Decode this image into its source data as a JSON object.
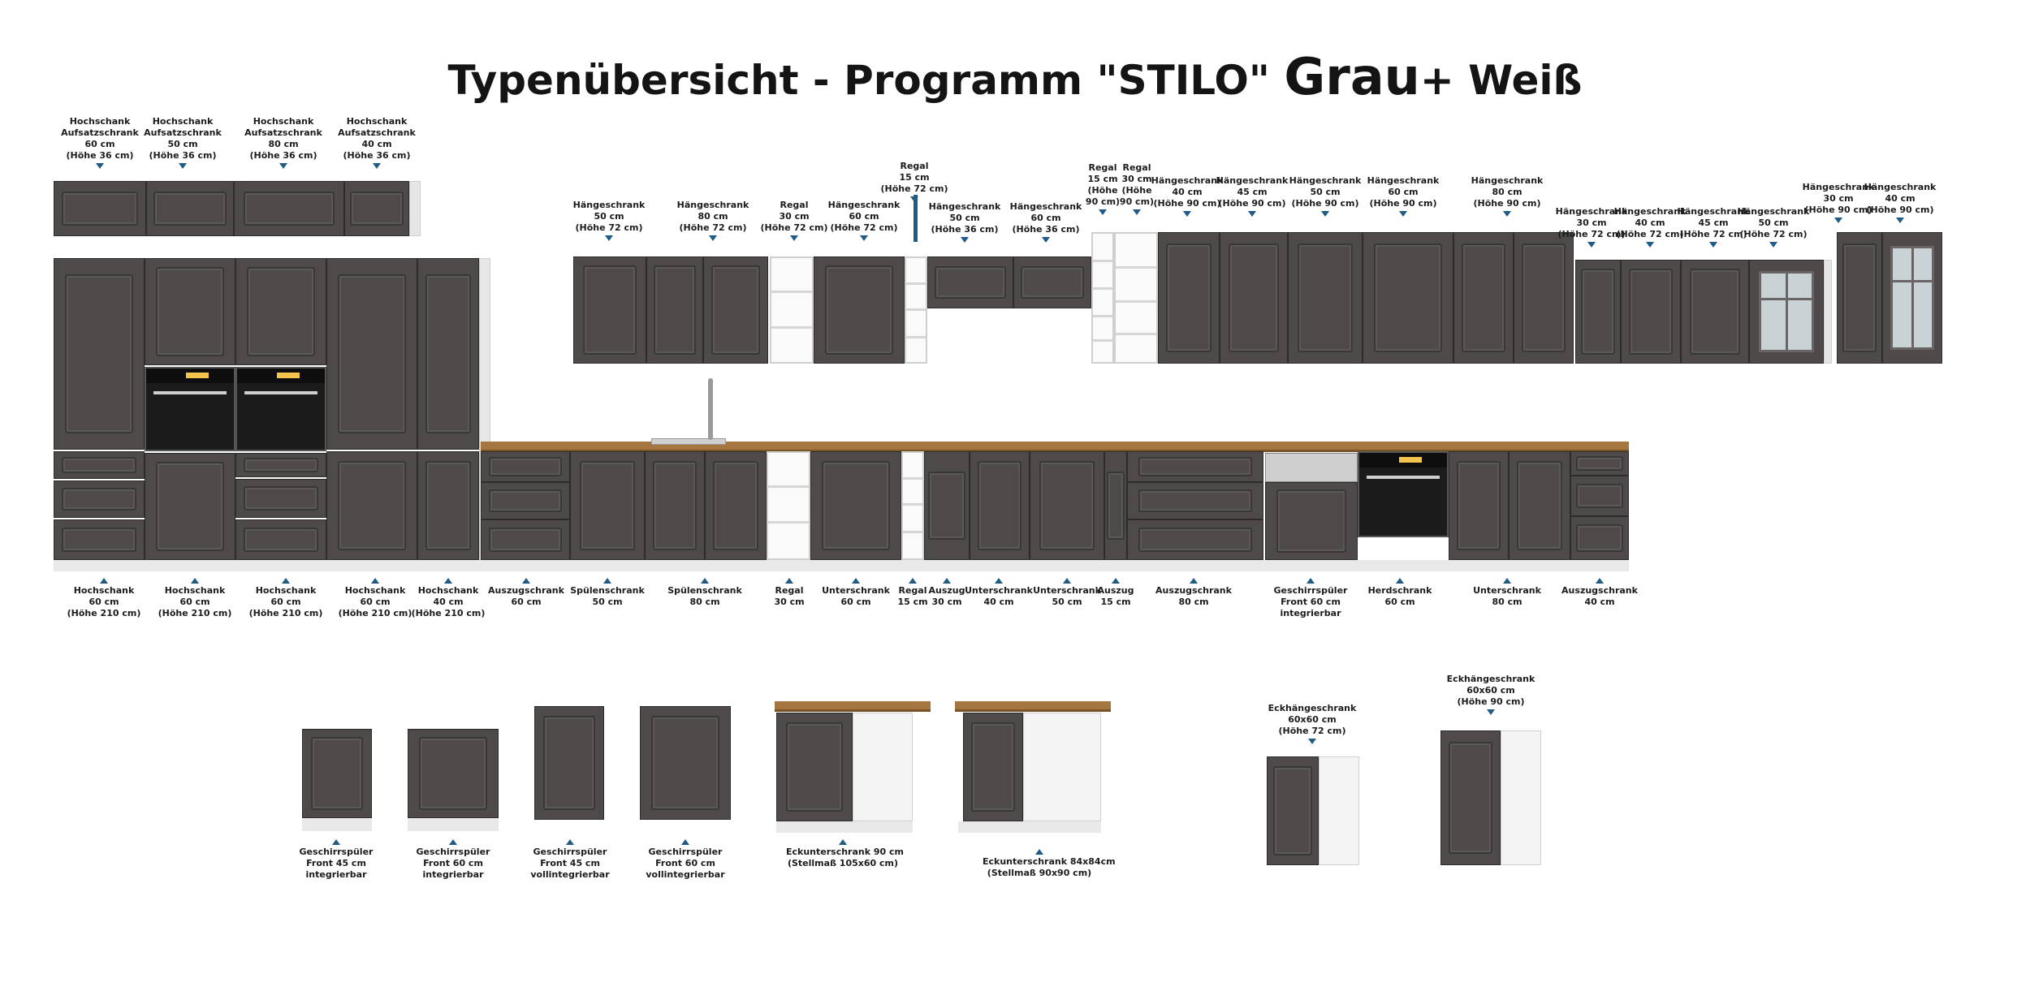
{
  "title": {
    "part1": "Typenübersicht - Programm \"STILO\"",
    "part2": "Grau",
    "part3": "+ Weiß"
  },
  "labels_top": [
    {
      "id": "t1",
      "lines": [
        "Hochschank",
        "Aufsatzschrank",
        "60 cm",
        "(Höhe 36 cm)"
      ]
    },
    {
      "id": "t2",
      "lines": [
        "Hochschank",
        "Aufsatzschrank",
        "50 cm",
        "(Höhe 36 cm)"
      ]
    },
    {
      "id": "t3",
      "lines": [
        "Hochschank",
        "Aufsatzschrank",
        "80 cm",
        "(Höhe 36 cm)"
      ]
    },
    {
      "id": "t4",
      "lines": [
        "Hochschank",
        "Aufsatzschrank",
        "40 cm",
        "(Höhe 36 cm)"
      ]
    },
    {
      "id": "t5",
      "lines": [
        "Hängeschrank",
        "50 cm",
        "(Höhe 72 cm)"
      ]
    },
    {
      "id": "t6",
      "lines": [
        "Hängeschrank",
        "80 cm",
        "(Höhe 72 cm)"
      ]
    },
    {
      "id": "t7",
      "lines": [
        "Regal",
        "30 cm",
        "(Höhe 72 cm)"
      ]
    },
    {
      "id": "t8",
      "lines": [
        "Hängeschrank",
        "60 cm",
        "(Höhe 72 cm)"
      ]
    },
    {
      "id": "t9",
      "lines": [
        "Regal",
        "15 cm",
        "(Höhe 72 cm)"
      ]
    },
    {
      "id": "t10",
      "lines": [
        "Hängeschrank",
        "50 cm",
        "(Höhe 36 cm)"
      ]
    },
    {
      "id": "t11",
      "lines": [
        "Hängeschrank",
        "60 cm",
        "(Höhe 36 cm)"
      ]
    },
    {
      "id": "t12",
      "lines": [
        "Regal",
        "15 cm",
        "(Höhe",
        "90 cm)"
      ]
    },
    {
      "id": "t13",
      "lines": [
        "Regal",
        "30 cm",
        "(Höhe",
        "90 cm)"
      ]
    },
    {
      "id": "t14",
      "lines": [
        "Hängeschrank",
        "40 cm",
        "(Höhe 90 cm)"
      ]
    },
    {
      "id": "t15",
      "lines": [
        "Hängeschrank",
        "45 cm",
        "(Höhe 90 cm)"
      ]
    },
    {
      "id": "t16",
      "lines": [
        "Hängeschrank",
        "50 cm",
        "(Höhe 90 cm)"
      ]
    },
    {
      "id": "t17",
      "lines": [
        "Hängeschrank",
        "60 cm",
        "(Höhe 90 cm)"
      ]
    },
    {
      "id": "t18",
      "lines": [
        "Hängeschrank",
        "80 cm",
        "(Höhe 90 cm)"
      ]
    },
    {
      "id": "t19",
      "lines": [
        "Hängeschrank",
        "30 cm",
        "(Höhe 72 cm)"
      ]
    },
    {
      "id": "t20",
      "lines": [
        "Hängeschrank",
        "40 cm",
        "(Höhe 72 cm)"
      ]
    },
    {
      "id": "t21",
      "lines": [
        "Hängeschrank",
        "45 cm",
        "(Höhe 72 cm)"
      ]
    },
    {
      "id": "t22",
      "lines": [
        "Hängeschrank",
        "50 cm",
        "(Höhe 72 cm)"
      ]
    },
    {
      "id": "t23",
      "lines": [
        "Hängeschrank",
        "30 cm",
        "(Höhe 90 cm)"
      ]
    },
    {
      "id": "t24",
      "lines": [
        "Hängeschrank",
        "40 cm",
        "(Höhe 90 cm)"
      ]
    }
  ],
  "labels_bottom": [
    {
      "id": "b1",
      "lines": [
        "Hochschank",
        "60 cm",
        "(Höhe 210 cm)"
      ]
    },
    {
      "id": "b2",
      "lines": [
        "Hochschank",
        "60 cm",
        "(Höhe 210 cm)"
      ]
    },
    {
      "id": "b3",
      "lines": [
        "Hochschank",
        "60 cm",
        "(Höhe 210 cm)"
      ]
    },
    {
      "id": "b4",
      "lines": [
        "Hochschank",
        "60 cm",
        "(Höhe 210 cm)"
      ]
    },
    {
      "id": "b5",
      "lines": [
        "Hochschank",
        "40 cm",
        "(Höhe 210 cm)"
      ]
    },
    {
      "id": "b6",
      "lines": [
        "Auszugschrank",
        "60 cm"
      ]
    },
    {
      "id": "b7",
      "lines": [
        "Spülenschrank",
        "50 cm"
      ]
    },
    {
      "id": "b8",
      "lines": [
        "Spülenschrank",
        "80 cm"
      ]
    },
    {
      "id": "b9",
      "lines": [
        "Regal",
        "30 cm"
      ]
    },
    {
      "id": "b10",
      "lines": [
        "Unterschrank",
        "60 cm"
      ]
    },
    {
      "id": "b11",
      "lines": [
        "Regal",
        "15 cm"
      ]
    },
    {
      "id": "b12",
      "lines": [
        "Auszug",
        "30 cm"
      ]
    },
    {
      "id": "b13",
      "lines": [
        "Unterschrank",
        "40 cm"
      ]
    },
    {
      "id": "b14",
      "lines": [
        "Unterschrank",
        "50 cm"
      ]
    },
    {
      "id": "b15",
      "lines": [
        "Auszug",
        "15 cm"
      ]
    },
    {
      "id": "b16",
      "lines": [
        "Auszugschrank",
        "80 cm"
      ]
    },
    {
      "id": "b17",
      "lines": [
        "Geschirrspüler",
        "Front 60 cm",
        "integrierbar"
      ]
    },
    {
      "id": "b18",
      "lines": [
        "Herdschrank",
        "60 cm"
      ]
    },
    {
      "id": "b19",
      "lines": [
        "Unterschrank",
        "80 cm"
      ]
    },
    {
      "id": "b20",
      "lines": [
        "Auszugschrank",
        "40 cm"
      ]
    }
  ],
  "labels_extra": [
    {
      "id": "e1",
      "lines": [
        "Geschirrspüler",
        "Front 45 cm",
        "integrierbar"
      ]
    },
    {
      "id": "e2",
      "lines": [
        "Geschirrspüler",
        "Front 60 cm",
        "integrierbar"
      ]
    },
    {
      "id": "e3",
      "lines": [
        "Geschirrspüler",
        "Front 45 cm",
        "vollintegrierbar"
      ]
    },
    {
      "id": "e4",
      "lines": [
        "Geschirrspüler",
        "Front 60 cm",
        "vollintegrierbar"
      ]
    },
    {
      "id": "e5",
      "lines": [
        "Eckunterschrank 90 cm",
        "(Stellmaß 105x60 cm)"
      ]
    },
    {
      "id": "e6",
      "lines": [
        "Eckunterschrank 84x84cm",
        "(Stellmaß 90x90 cm)"
      ]
    },
    {
      "id": "e7",
      "lines": [
        "Eckhängeschrank",
        "60x60 cm",
        "(Höhe 72 cm)"
      ]
    },
    {
      "id": "e8",
      "lines": [
        "Eckhängeschrank",
        "60x60 cm",
        "(Höhe 90 cm)"
      ]
    }
  ]
}
